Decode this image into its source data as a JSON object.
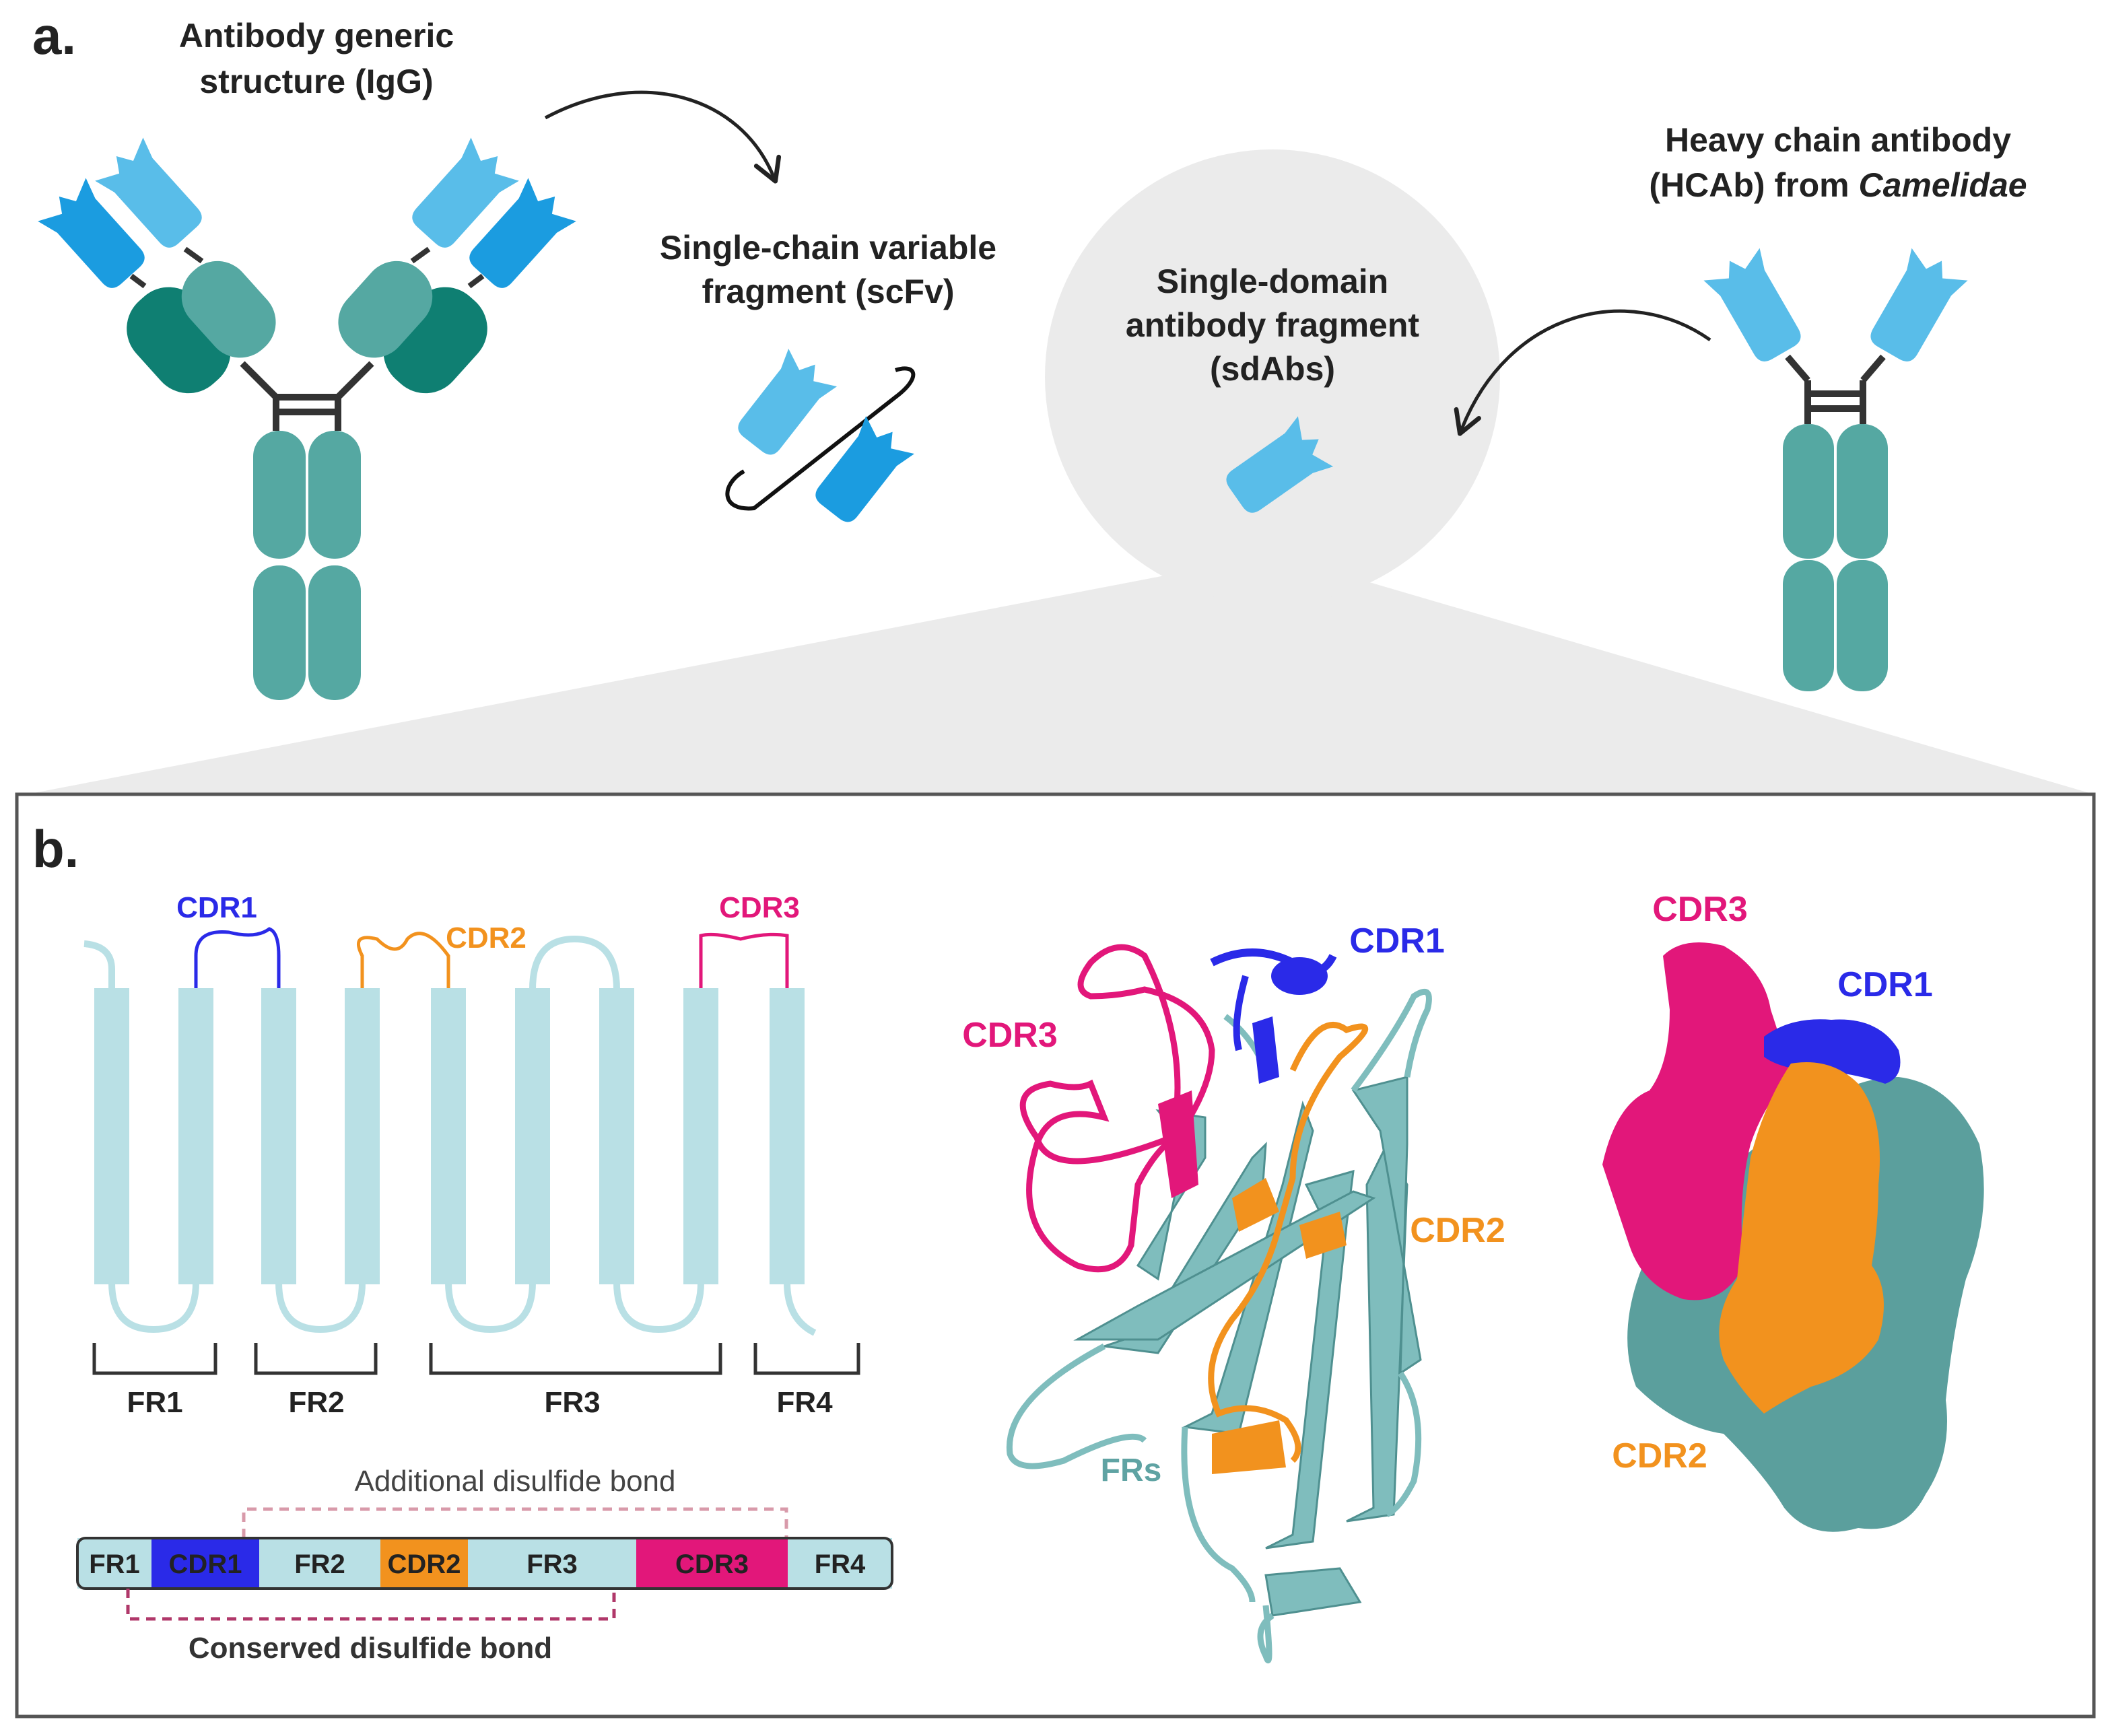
{
  "panel_a": {
    "letter": "a.",
    "igg_title_line1": "Antibody generic",
    "igg_title_line2": "structure (IgG)",
    "scfv_line1": "Single-chain variable",
    "scfv_line2": "fragment (scFv)",
    "sdab_line1": "Single-domain",
    "sdab_line2": "antibody fragment",
    "sdab_line3": "(sdAbs)",
    "hcab_line1": "Heavy chain antibody",
    "hcab_line2_prefix": "(HCAb) from ",
    "hcab_line2_italic": "Camelidae"
  },
  "panel_b": {
    "letter": "b.",
    "topology": {
      "cdr_labels": [
        "CDR1",
        "CDR2",
        "CDR3"
      ],
      "fr_labels": [
        "FR1",
        "FR2",
        "FR3",
        "FR4"
      ]
    },
    "linear_map": {
      "segments": [
        {
          "label": "FR1",
          "color": "#b9e0e5"
        },
        {
          "label": "CDR1",
          "color": "#2a2ae8"
        },
        {
          "label": "FR2",
          "color": "#b9e0e5"
        },
        {
          "label": "CDR2",
          "color": "#f2921e"
        },
        {
          "label": "FR3",
          "color": "#b9e0e5"
        },
        {
          "label": "CDR3",
          "color": "#e2177a"
        },
        {
          "label": "FR4",
          "color": "#b9e0e5"
        }
      ],
      "additional_bond": "Additional disulfide bond",
      "conserved_bond": "Conserved disulfide bond"
    },
    "ribbon_labels": {
      "cdr1": "CDR1",
      "cdr2": "CDR2",
      "cdr3": "CDR3",
      "frs": "FRs"
    },
    "surface_labels": {
      "cdr1": "CDR1",
      "cdr2": "CDR2",
      "cdr3": "CDR3"
    }
  },
  "colors": {
    "light_blue": "#59bde9",
    "mid_blue": "#1b9ce0",
    "teal_light": "#55a8a2",
    "teal_dark": "#0f7f72",
    "cdr1": "#2a2ae8",
    "cdr2": "#f2921e",
    "cdr3": "#e2177a",
    "fr_pale": "#b9e0e5",
    "fr_ribbon": "#7fbdbd"
  }
}
